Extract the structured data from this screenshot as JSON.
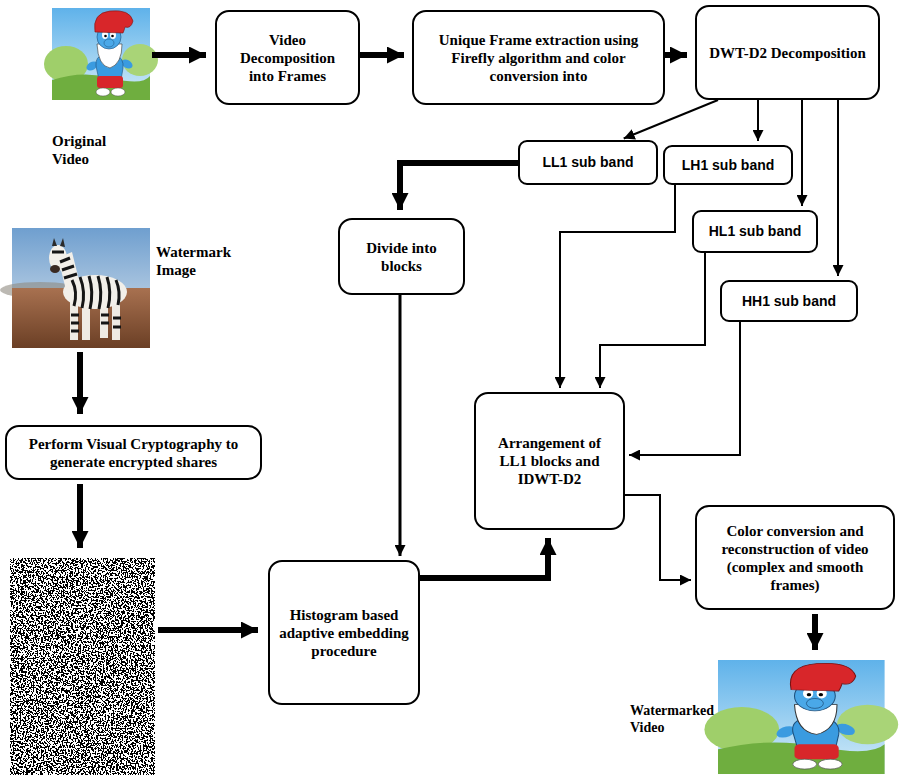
{
  "diagram": {
    "nodes": [
      {
        "text": [
          "Video Decomposition into Frames"
        ]
      },
      {
        "text": [
          "Unique Frame extraction using Firefly algorithm and color conversion into"
        ]
      },
      {
        "text": [
          "DWT-D2 Decomposition"
        ]
      },
      {
        "text": [
          "LL1 sub band"
        ]
      },
      {
        "text": [
          "LH1 sub band"
        ]
      },
      {
        "text": [
          "HL1 sub band"
        ]
      },
      {
        "text": [
          "HH1 sub band"
        ]
      },
      {
        "text": [
          "Divide into blocks"
        ]
      },
      {
        "text": [
          "Perform Visual Cryptography to generate encrypted shares"
        ]
      },
      {
        "text": [
          "Histogram based adaptive embedding procedure"
        ]
      },
      {
        "text": [
          "Arrangement of LL1 blocks and IDWT-D2"
        ]
      },
      {
        "text": [
          "Color conversion and reconstruction of video (complex and smooth frames)"
        ]
      }
    ],
    "edges": [
      {
        "from": 0,
        "to": 1,
        "arrow": "to"
      },
      {
        "from": 1,
        "to": 2,
        "arrow": "to"
      },
      {
        "from": 2,
        "to": 3,
        "arrow": "to"
      },
      {
        "from": 2,
        "to": 4,
        "arrow": "to"
      },
      {
        "from": 2,
        "to": 5,
        "arrow": "to"
      },
      {
        "from": 2,
        "to": 6,
        "arrow": "to"
      },
      {
        "from": 3,
        "to": 7,
        "arrow": "to"
      },
      {
        "from": 7,
        "to": 9,
        "arrow": "to"
      },
      {
        "from": 4,
        "to": 10,
        "arrow": "to"
      },
      {
        "from": 5,
        "to": 10,
        "arrow": "to"
      },
      {
        "from": 6,
        "to": 10,
        "arrow": "to"
      },
      {
        "from": 9,
        "to": 10,
        "arrow": "to"
      },
      {
        "from": 10,
        "to": 11,
        "arrow": "to"
      }
    ],
    "labels": [
      "Original Video",
      "Watermark Image",
      "Watermarked Video"
    ]
  }
}
